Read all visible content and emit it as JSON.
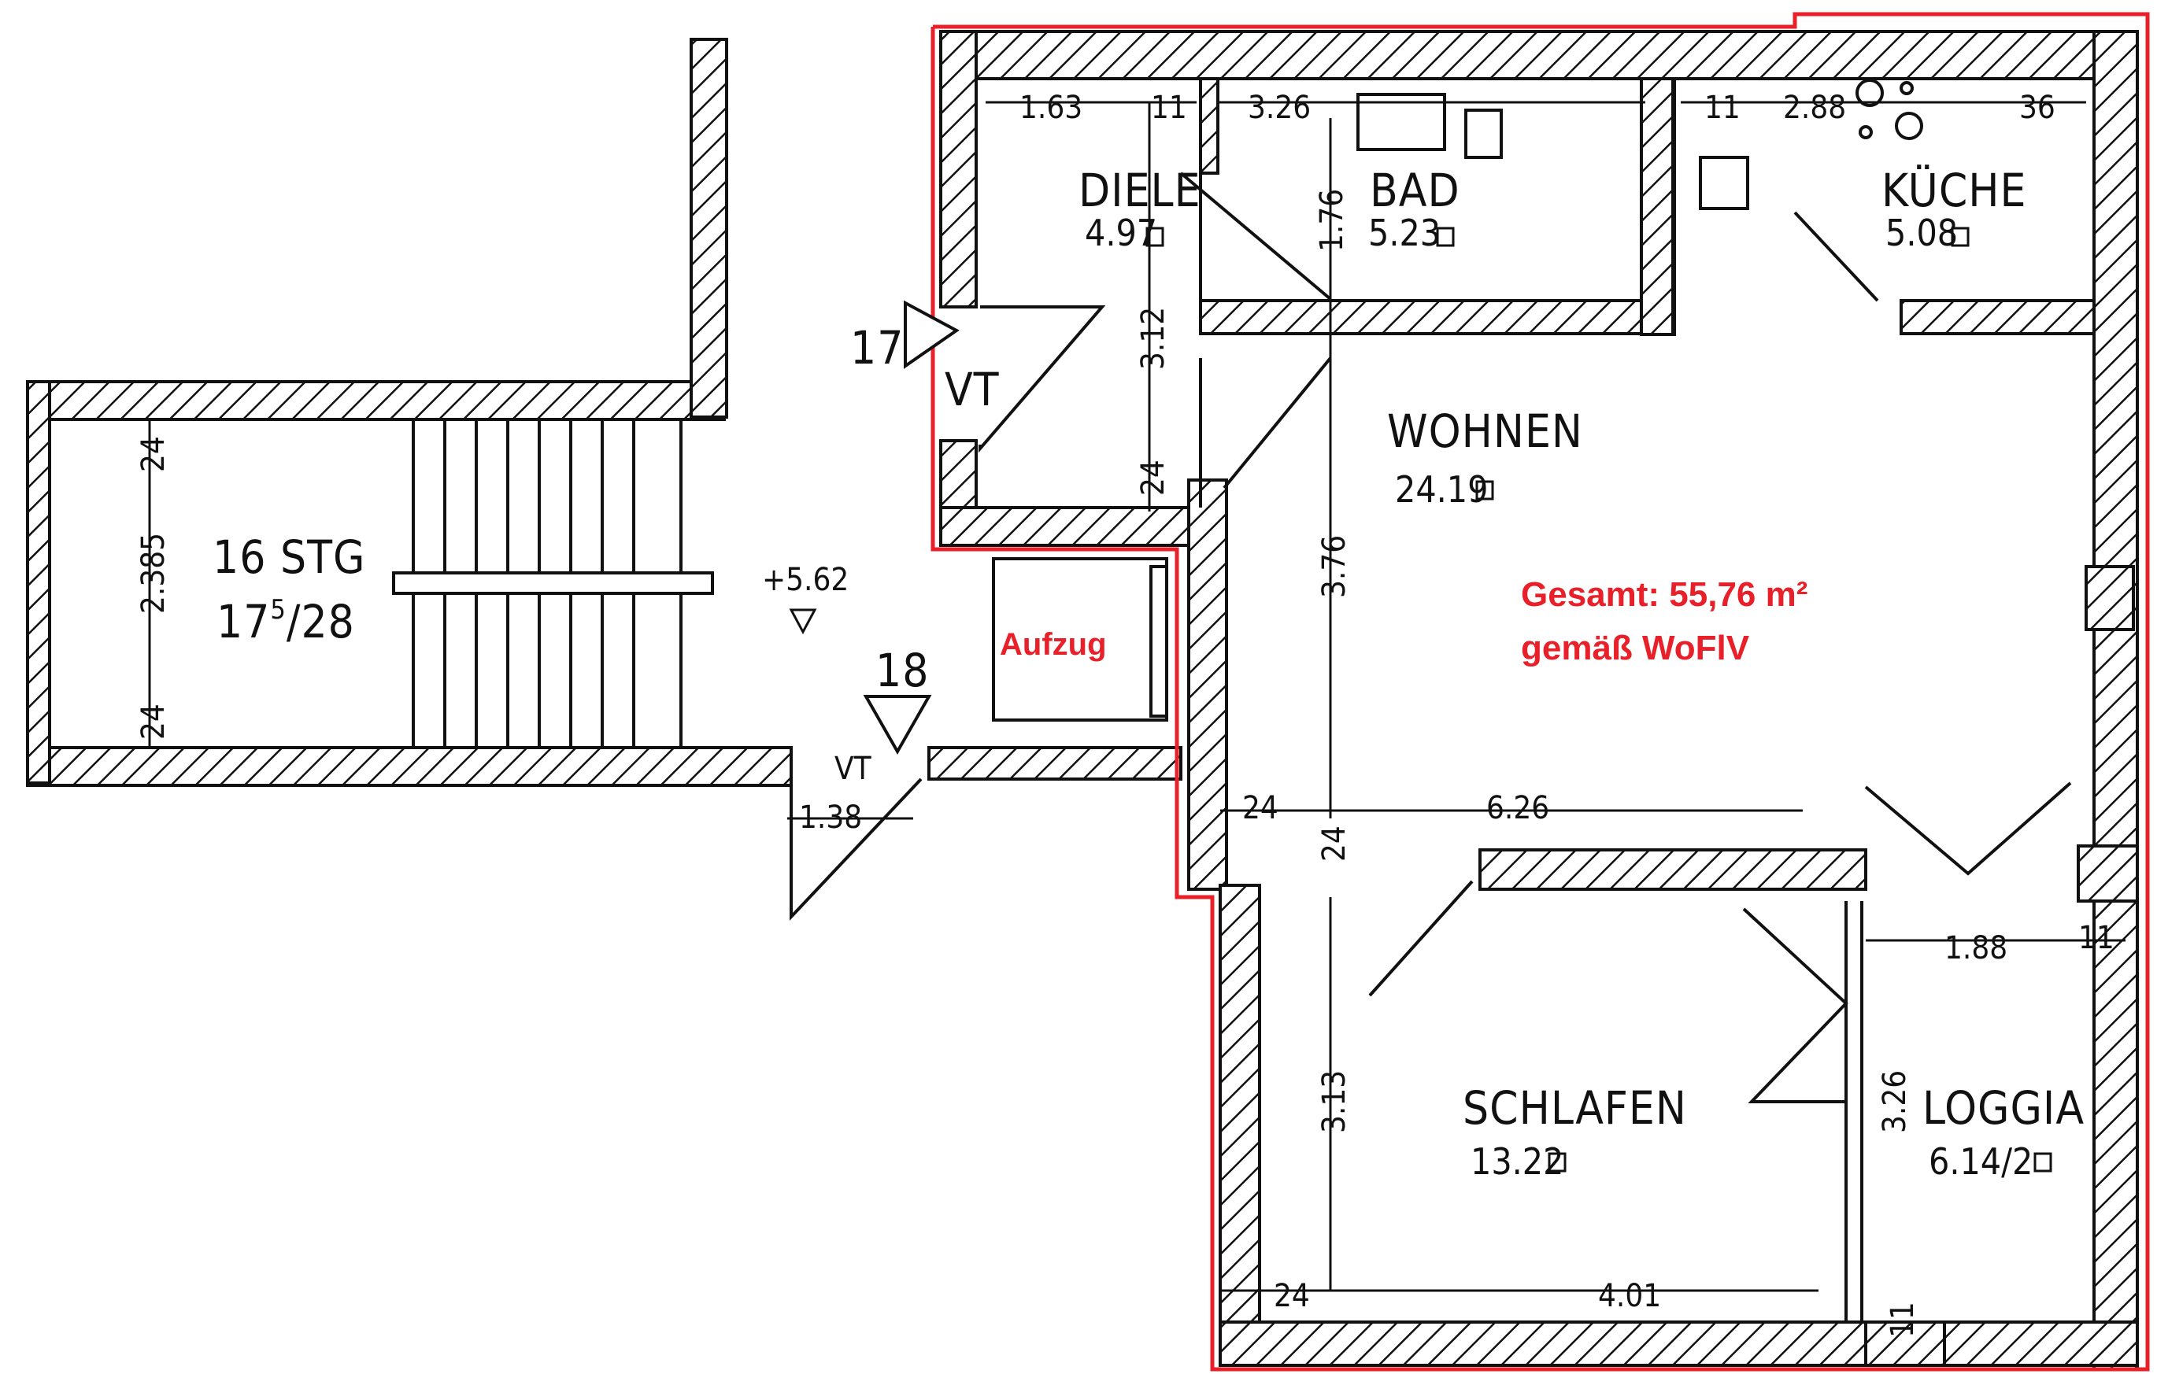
{
  "colors": {
    "line": "#111111",
    "hatch": "#111111",
    "outline": "#e8202a",
    "background": "#ffffff"
  },
  "rooms": {
    "diele": {
      "name": "DIELE",
      "area": "4.97"
    },
    "bad": {
      "name": "BAD",
      "area": "5.23"
    },
    "kueche": {
      "name": "KÜCHE",
      "area": "5.08"
    },
    "wohnen": {
      "name": "WOHNEN",
      "area": "24.19"
    },
    "schlafen": {
      "name": "SCHLAFEN",
      "area": "13.22"
    },
    "loggia": {
      "name": "LOGGIA",
      "area": "6.14/2"
    }
  },
  "stairs": {
    "label": "16 STG",
    "base": "17",
    "sup": "5",
    "rest": "/28"
  },
  "elevator": {
    "label": "Aufzug"
  },
  "total": {
    "line1": "Gesamt: 55,76 m²",
    "line2": "gemäß WoFlV"
  },
  "markers": {
    "vt": "VT",
    "door17": "17",
    "door18": "18",
    "level": "+5.62"
  },
  "dimensions": {
    "d163": "1.63",
    "d11a": "11",
    "d326": "3.26",
    "d11b": "11",
    "d288": "2.88",
    "d36": "36",
    "d176": "1.76",
    "d312": "3.12",
    "d24a": "24",
    "d376": "3.76",
    "d24b": "24",
    "d24c": "24",
    "d626": "6.26",
    "d1885": "1.88",
    "d115a": "11",
    "d3135": "3.13",
    "d326b": "3.26",
    "d24d": "24",
    "d401": "4.01",
    "d115b": "11",
    "d2385": "2.385",
    "d24e": "24",
    "d24f": "24",
    "d1385": "1.38"
  }
}
